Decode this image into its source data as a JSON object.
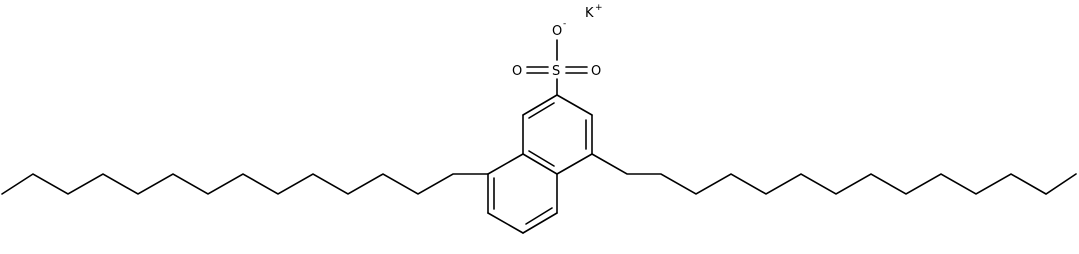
{
  "molecule": {
    "atoms": {
      "sulfur": "S",
      "oxygen_left": "O",
      "oxygen_right": "O",
      "oxygen_top": "O",
      "oxygen_top_charge": "-",
      "potassium": "K",
      "potassium_charge": "+"
    },
    "substituents": {
      "left_chain_carbons": 14,
      "right_chain_carbons": 14
    }
  }
}
